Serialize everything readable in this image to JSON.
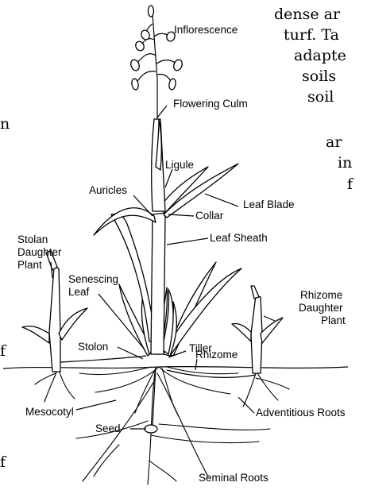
{
  "background_text": {
    "right_lines": [
      "dense ar",
      "turf. Ta",
      "adapte",
      "soils",
      "soil",
      "ar",
      "in",
      "f"
    ],
    "left_lines": [
      "n",
      "f",
      "f"
    ]
  },
  "labels": {
    "inflorescence": "Inflorescence",
    "flowering_culm": "Flowering Culm",
    "ligule": "Ligule",
    "auricles": "Auricles",
    "leaf_blade": "Leaf Blade",
    "collar": "Collar",
    "leaf_sheath": "Leaf Sheath",
    "stolan_daughter_plant": [
      "Stolan",
      "Daughter",
      "Plant"
    ],
    "senescing_leaf": [
      "Senescing",
      "Leaf"
    ],
    "rhizome_daughter_plant": [
      "Rhizome",
      "Daughter",
      "Plant"
    ],
    "tiller": "Tiller",
    "stolon": "Stolon",
    "rhizome": "Rhizome",
    "mesocotyl": "Mesocotyl",
    "adventitious_roots": "Adventitious Roots",
    "seed": "Seed",
    "seminal_roots": "Seminal Roots"
  }
}
